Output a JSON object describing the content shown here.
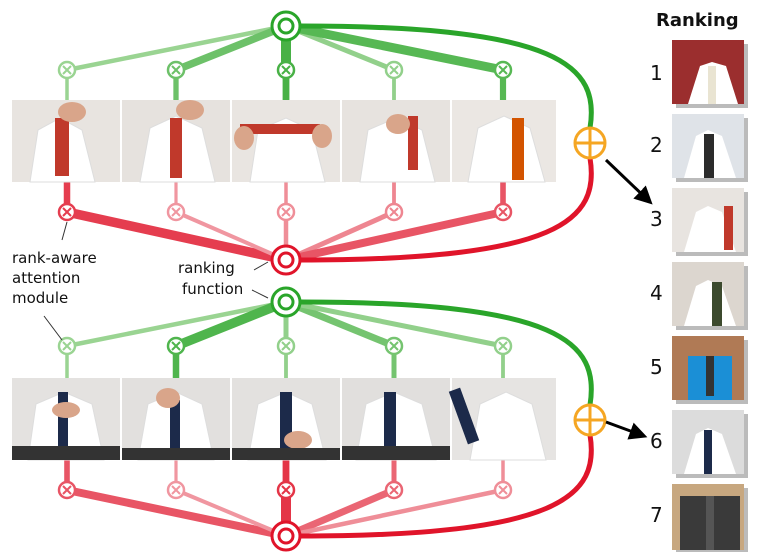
{
  "ranking_title": "Ranking",
  "labels": {
    "attention_module": [
      "rank-aware",
      "attention",
      "module"
    ],
    "ranking_function": [
      "ranking",
      "function"
    ]
  },
  "rank_numbers": [
    "1",
    "2",
    "3",
    "4",
    "5",
    "6",
    "7"
  ],
  "colors": {
    "good": "#2aa52a",
    "bad": "#e0142a",
    "fusion": "#f5a623",
    "good_light": "#bfe3b5",
    "bad_light": "#f4b7bd"
  },
  "video_top": {
    "frame_count": 5,
    "good_weights": [
      0.25,
      0.55,
      0.8,
      0.3,
      0.7
    ],
    "bad_weights": [
      0.75,
      0.2,
      0.25,
      0.3,
      0.6
    ]
  },
  "video_bottom": {
    "frame_count": 5,
    "good_weights": [
      0.25,
      0.75,
      0.3,
      0.5,
      0.3
    ],
    "bad_weights": [
      0.6,
      0.2,
      0.8,
      0.5,
      0.25
    ]
  },
  "icons": [
    "multiply-node-icon",
    "output-node-icon",
    "sum-node-icon",
    "arrow-icon"
  ]
}
